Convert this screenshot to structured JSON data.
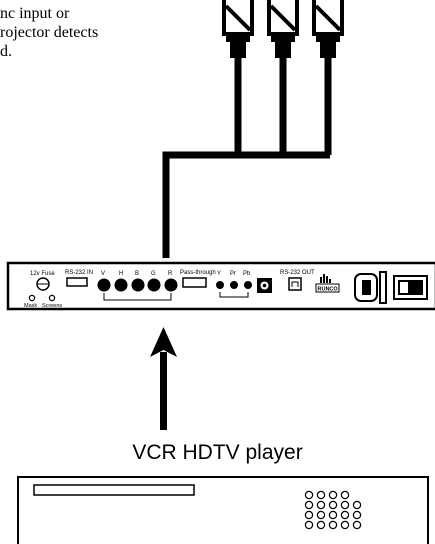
{
  "intro_text": {
    "line1": "nc input or",
    "line2": "rojector detects",
    "line3": "d."
  },
  "panel": {
    "fuse_label": "12v Fuse",
    "mask_label": "Mask",
    "screens_label": "Screens",
    "rs232_in_label": "RS-232 IN",
    "connector_labels": [
      "V",
      "H",
      "B",
      "G",
      "R"
    ],
    "passthrough_label": "Pass-through",
    "component_labels": [
      "Y",
      "Pr",
      "Pb"
    ],
    "rs232_out_label": "RS-232 OUT",
    "brand_label": "RUNCO"
  },
  "device": {
    "title": "VCR HDTV player"
  }
}
